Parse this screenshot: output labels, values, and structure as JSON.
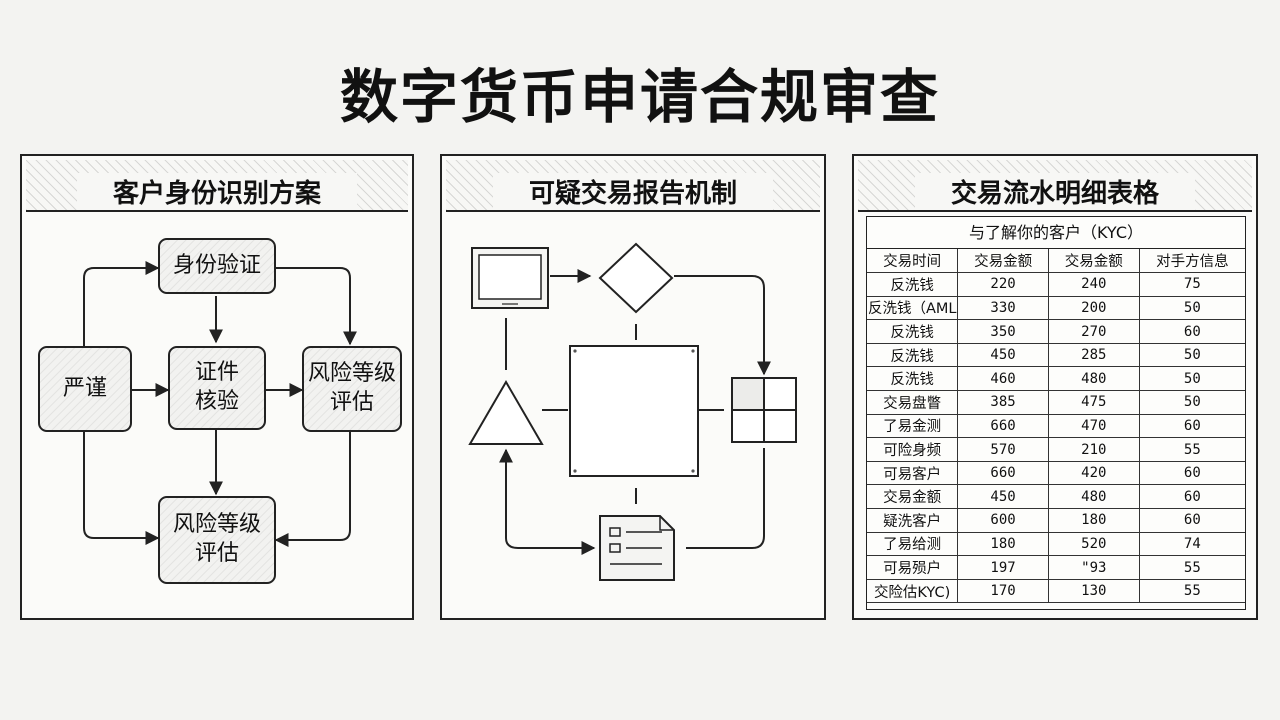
{
  "title": "数字货币申请合规审查",
  "panels": {
    "kyc": {
      "title": "客户身份识别方案",
      "nodes": {
        "verify": "身份验证",
        "strict": "严谨",
        "docs": "证件\n核验",
        "risk_right": "风险等级\n评估",
        "risk_bottom": "风险等级\n评估"
      }
    },
    "str": {
      "title": "可疑交易报告机制",
      "icons": [
        "monitor-icon",
        "decision-diamond-icon",
        "square-frame-icon",
        "grid-icon",
        "triangle-icon",
        "document-list-icon"
      ]
    },
    "table": {
      "title": "交易流水明细表格",
      "caption": "与了解你的客户（KYC）",
      "columns": [
        "交易时间",
        "交易金额",
        "交易金额",
        "对手方信息"
      ],
      "rows": [
        [
          "反洗钱",
          "220",
          "240",
          "75"
        ],
        [
          "反洗钱（AML）",
          "330",
          "200",
          "50"
        ],
        [
          "反洗钱",
          "350",
          "270",
          "60"
        ],
        [
          "反洗钱",
          "450",
          "285",
          "50"
        ],
        [
          "反洗钱",
          "460",
          "480",
          "50"
        ],
        [
          "交易盘瞥",
          "385",
          "475",
          "50"
        ],
        [
          "了易金测",
          "660",
          "470",
          "60"
        ],
        [
          "可险身频",
          "570",
          "210",
          "55"
        ],
        [
          "可易客户",
          "660",
          "420",
          "60"
        ],
        [
          "交易金额",
          "450",
          "480",
          "60"
        ],
        [
          "疑洗客户",
          "600",
          "180",
          "60"
        ],
        [
          "了易给测",
          "180",
          "520",
          "74"
        ],
        [
          "可易殒户",
          "197",
          "\"93",
          "55"
        ],
        [
          "交险估KYC)",
          "170",
          "130",
          "55"
        ]
      ]
    }
  }
}
